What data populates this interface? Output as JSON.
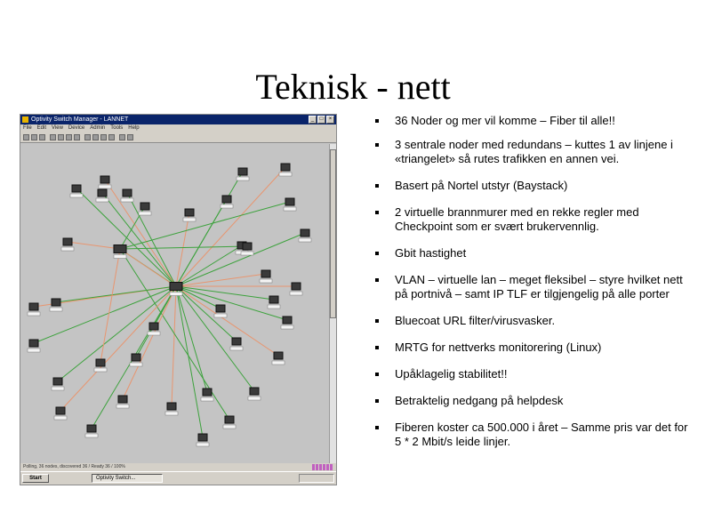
{
  "slide": {
    "title": "Teknisk - nett"
  },
  "screenshot": {
    "window_title": "Optivity Switch Manager - LANNET",
    "menu": [
      "File",
      "Edit",
      "View",
      "Device",
      "Admin",
      "Tools",
      "Help"
    ],
    "status_text": "Polling, 36 nodes, discovered 36 / Ready 36 / 100%",
    "start_label": "Start",
    "task_label": "Optivity Switch..."
  },
  "bullets": [
    "36 Noder og mer vil komme – Fiber til alle!!",
    "3 sentrale noder med redundans – kuttes 1 av linjene i «triangelet» så rutes trafikken en annen vei.",
    "Basert på Nortel utstyr (Baystack)",
    "2 virtuelle brannmurer med en rekke regler med Checkpoint som er svært brukervennlig.",
    "Gbit hastighet",
    "VLAN – virtuelle lan – meget fleksibel – styre hvilket nett på portnivå – samt IP TLF er tilgjengelig på alle porter",
    "Bluecoat URL filter/virusvasker.",
    "MRTG for nettverks monitorering (Linux)",
    "Upåklagelig stabilitet!!",
    "Betraktelig nedgang på helpdesk",
    "Fiberen koster ca 500.000 i året – Samme pris var det for 5 * 2 Mbit/s leide linjer."
  ],
  "colors": {
    "window_title_bg": "#0a246a",
    "canvas_bg": "#c4c4c4",
    "link_green": "#3da23d",
    "link_salmon": "#e8956f",
    "node_dark": "#3a3a3a",
    "taskbar_bg": "#d4d0c8"
  },
  "icons": {
    "node": "network-switch-icon",
    "start": "windows-start-icon"
  }
}
